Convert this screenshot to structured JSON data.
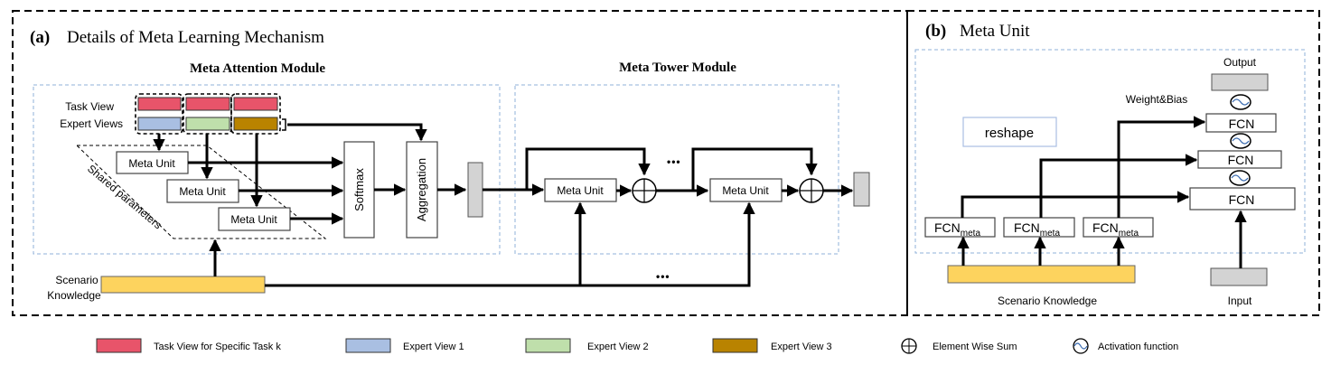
{
  "panel_a": {
    "tag": "(a)",
    "title": "Details of Meta Learning Mechanism",
    "attention_module": {
      "title": "Meta Attention Module",
      "task_view_label": "Task View",
      "expert_views_label": "Expert Views",
      "meta_units": [
        "Meta Unit",
        "Meta Unit",
        "Meta Unit"
      ],
      "shared_params_label": "Shared parameters",
      "softmax_label": "Softmax",
      "aggregation_label": "Aggregation"
    },
    "tower_module": {
      "title": "Meta Tower Module",
      "meta_units": [
        "Meta Unit",
        "Meta Unit"
      ],
      "ellipsis": "•••"
    },
    "scenario_label_line1": "Scenario",
    "scenario_label_line2": "Knowledge",
    "bottom_ellipsis": "•••"
  },
  "panel_b": {
    "tag": "(b)",
    "title": "Meta Unit",
    "reshape_label": "reshape",
    "weight_bias_label": "Weight&Bias",
    "output_label": "Output",
    "input_label": "Input",
    "fcn_label": "FCN",
    "fcn_meta_main": "FCN",
    "fcn_meta_sub": "meta",
    "scenario_label": "Scenario Knowledge"
  },
  "colors": {
    "task_view": "#e8546a",
    "expert_view_1": "#a9bfe2",
    "expert_view_2": "#bfdfab",
    "expert_view_3": "#b98300",
    "scenario": "#fdd35e",
    "gray_vector": "#d3d3d3",
    "activation_wave": "#3a6bb0"
  },
  "legend": [
    {
      "kind": "swatch",
      "color_key": "task_view",
      "label": "Task View for Specific Task k"
    },
    {
      "kind": "swatch",
      "color_key": "expert_view_1",
      "label": "Expert View 1"
    },
    {
      "kind": "swatch",
      "color_key": "expert_view_2",
      "label": "Expert View 2"
    },
    {
      "kind": "swatch",
      "color_key": "expert_view_3",
      "label": "Expert View 3"
    },
    {
      "kind": "sum-icon",
      "label": "Element Wise Sum"
    },
    {
      "kind": "activation-icon",
      "label": "Activation function"
    }
  ]
}
